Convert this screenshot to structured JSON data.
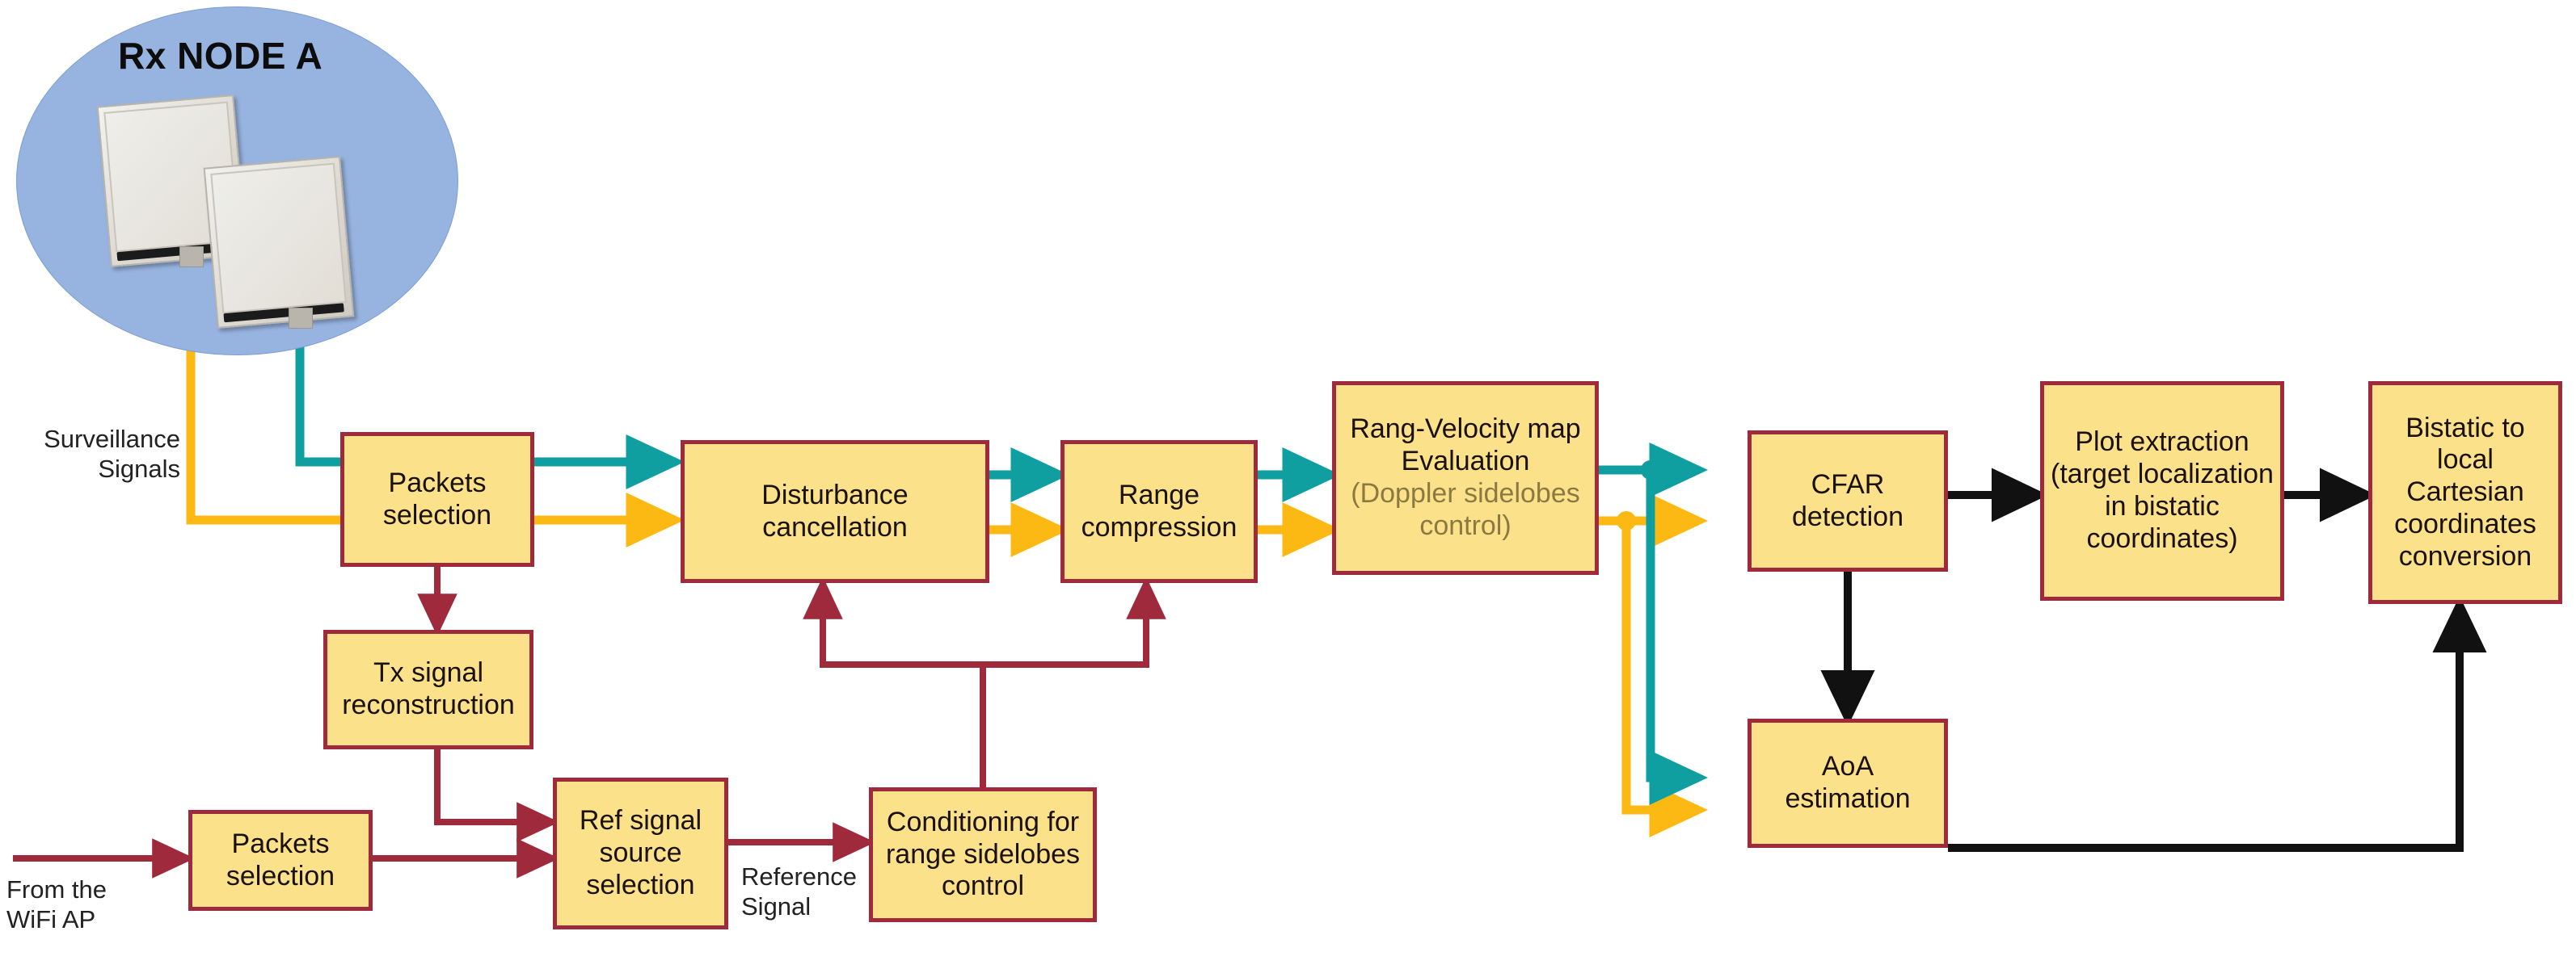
{
  "diagram": {
    "title": "Rx NODE A",
    "node_label": "Rx NODE A",
    "colors": {
      "box_fill": "#FCE18B",
      "box_border": "#9E2A3C",
      "ellipse_fill": "#97B3E0",
      "surveillance_channel_1": "#0F9FA0",
      "surveillance_channel_2": "#FCB913",
      "reference_path": "#9E2A3C",
      "output_path": "#111111"
    },
    "labels": {
      "surveillance_signals": "Surveillance\nSignals",
      "from_wifi_ap": "From the\nWiFi AP",
      "reference_signal": "Reference\nSignal"
    },
    "blocks": {
      "packets_selection_surv": "Packets\nselection",
      "disturbance_cancellation": "Disturbance\ncancellation",
      "range_compression": "Range\ncompression",
      "range_velocity_title": "Rang-Velocity map\nEvaluation",
      "range_velocity_sub": "(Doppler sidelobes\ncontrol)",
      "cfar_detection": "CFAR detection",
      "plot_extraction": "Plot extraction\n(target localization\nin bistatic\ncoordinates)",
      "bistatic_conversion": "Bistatic to local\nCartesian\ncoordinates\nconversion",
      "aoa_estimation": "AoA estimation",
      "tx_signal_reconstruction": "Tx signal\nreconstruction",
      "packets_selection_ref": "Packets\nselection",
      "ref_signal_source_selection": "Ref signal\nsource\nselection",
      "conditioning_range_sidelobes": "Conditioning for\nrange sidelobes\ncontrol"
    }
  }
}
